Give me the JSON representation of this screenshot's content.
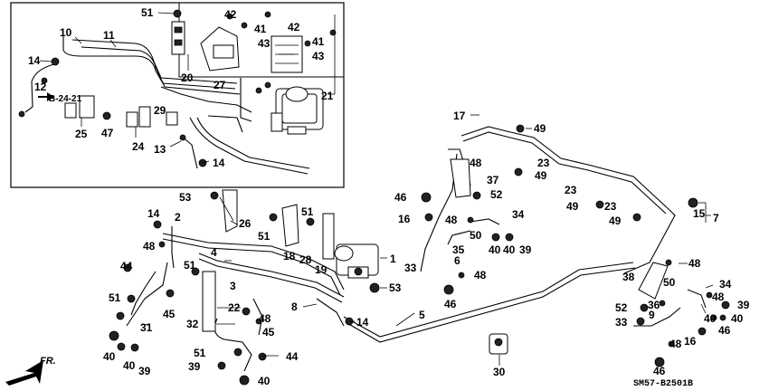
{
  "diagram_code": "SM57-B2501B",
  "direction_label": "FR.",
  "ref_label": "B-24-21",
  "callouts": [
    {
      "id": "c51a",
      "text": "51"
    },
    {
      "id": "c42a",
      "text": "42"
    },
    {
      "id": "c42b",
      "text": "42"
    },
    {
      "id": "c41a",
      "text": "41"
    },
    {
      "id": "c41b",
      "text": "41"
    },
    {
      "id": "c43a",
      "text": "43"
    },
    {
      "id": "c43b",
      "text": "43"
    },
    {
      "id": "c10",
      "text": "10"
    },
    {
      "id": "c11",
      "text": "11"
    },
    {
      "id": "c14a",
      "text": "14"
    },
    {
      "id": "c12",
      "text": "12"
    },
    {
      "id": "c20",
      "text": "20"
    },
    {
      "id": "c27",
      "text": "27"
    },
    {
      "id": "c21",
      "text": "21"
    },
    {
      "id": "c25",
      "text": "25"
    },
    {
      "id": "c47",
      "text": "47"
    },
    {
      "id": "c24",
      "text": "24"
    },
    {
      "id": "c29",
      "text": "29"
    },
    {
      "id": "c13",
      "text": "13"
    },
    {
      "id": "c14b",
      "text": "14"
    },
    {
      "id": "c17",
      "text": "17"
    },
    {
      "id": "c49a",
      "text": "49"
    },
    {
      "id": "c48a",
      "text": "48"
    },
    {
      "id": "c37",
      "text": "37"
    },
    {
      "id": "c23a",
      "text": "23"
    },
    {
      "id": "c49b",
      "text": "49"
    },
    {
      "id": "c46a",
      "text": "46"
    },
    {
      "id": "c52a",
      "text": "52"
    },
    {
      "id": "c23b",
      "text": "23"
    },
    {
      "id": "c49c",
      "text": "49"
    },
    {
      "id": "c23c",
      "text": "23"
    },
    {
      "id": "c49d",
      "text": "49"
    },
    {
      "id": "c15",
      "text": "15"
    },
    {
      "id": "c7",
      "text": "7"
    },
    {
      "id": "c16a",
      "text": "16"
    },
    {
      "id": "c48b",
      "text": "48"
    },
    {
      "id": "c34a",
      "text": "34"
    },
    {
      "id": "c50a",
      "text": "50"
    },
    {
      "id": "c35",
      "text": "35"
    },
    {
      "id": "c40a",
      "text": "40"
    },
    {
      "id": "c40b",
      "text": "40"
    },
    {
      "id": "c39a",
      "text": "39"
    },
    {
      "id": "c6",
      "text": "6"
    },
    {
      "id": "c33a",
      "text": "33"
    },
    {
      "id": "c48c",
      "text": "48"
    },
    {
      "id": "c46b",
      "text": "46"
    },
    {
      "id": "c53a",
      "text": "53"
    },
    {
      "id": "c26",
      "text": "26"
    },
    {
      "id": "c14c",
      "text": "14"
    },
    {
      "id": "c2",
      "text": "2"
    },
    {
      "id": "c48d",
      "text": "48"
    },
    {
      "id": "c51b",
      "text": "51"
    },
    {
      "id": "c51c",
      "text": "51"
    },
    {
      "id": "c18",
      "text": "18"
    },
    {
      "id": "c28",
      "text": "28"
    },
    {
      "id": "c19",
      "text": "19"
    },
    {
      "id": "c1",
      "text": "1"
    },
    {
      "id": "c4",
      "text": "4"
    },
    {
      "id": "c3",
      "text": "3"
    },
    {
      "id": "c53b",
      "text": "53"
    },
    {
      "id": "c44a",
      "text": "44"
    },
    {
      "id": "c51d",
      "text": "51"
    },
    {
      "id": "c45a",
      "text": "45"
    },
    {
      "id": "c51e",
      "text": "51"
    },
    {
      "id": "c22",
      "text": "22"
    },
    {
      "id": "c8",
      "text": "8"
    },
    {
      "id": "c14d",
      "text": "14"
    },
    {
      "id": "c5",
      "text": "5"
    },
    {
      "id": "c31",
      "text": "31"
    },
    {
      "id": "c32",
      "text": "32"
    },
    {
      "id": "c48e",
      "text": "48"
    },
    {
      "id": "c45b",
      "text": "45"
    },
    {
      "id": "c40c",
      "text": "40"
    },
    {
      "id": "c40d",
      "text": "40"
    },
    {
      "id": "c39b",
      "text": "39"
    },
    {
      "id": "c51f",
      "text": "51"
    },
    {
      "id": "c44b",
      "text": "44"
    },
    {
      "id": "c39c",
      "text": "39"
    },
    {
      "id": "c40e",
      "text": "40"
    },
    {
      "id": "c30",
      "text": "30"
    },
    {
      "id": "c48f",
      "text": "48"
    },
    {
      "id": "c38",
      "text": "38"
    },
    {
      "id": "c50b",
      "text": "50"
    },
    {
      "id": "c34b",
      "text": "34"
    },
    {
      "id": "c52b",
      "text": "52"
    },
    {
      "id": "c36",
      "text": "36"
    },
    {
      "id": "c48g",
      "text": "48"
    },
    {
      "id": "c39d",
      "text": "39"
    },
    {
      "id": "c33b",
      "text": "33"
    },
    {
      "id": "c9",
      "text": "9"
    },
    {
      "id": "c40f",
      "text": "40"
    },
    {
      "id": "c40g",
      "text": "40"
    },
    {
      "id": "c48h",
      "text": "48"
    },
    {
      "id": "c16b",
      "text": "16"
    },
    {
      "id": "c46c",
      "text": "46"
    },
    {
      "id": "c46d",
      "text": "46"
    }
  ]
}
